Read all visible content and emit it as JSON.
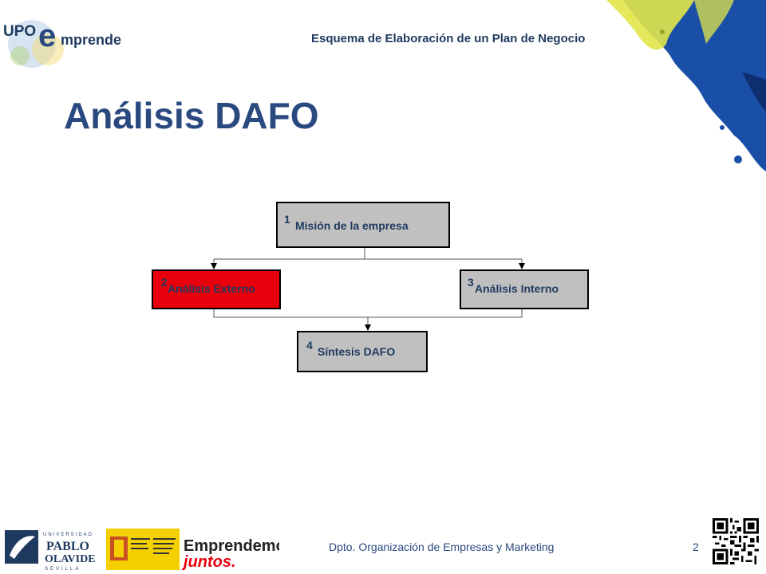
{
  "header": {
    "logo_text_1": "UPO",
    "logo_text_2": "mprende",
    "logo_letter": "e",
    "title": "Esquema de Elaboración de un Plan de Negocio"
  },
  "slide": {
    "title": "Análisis DAFO"
  },
  "diagram": {
    "boxes": [
      {
        "number": "1",
        "label": "Misión de la empresa",
        "color": "#c0c0c0"
      },
      {
        "number": "2",
        "label": "Análisis Externo",
        "color": "#e8000c"
      },
      {
        "number": "3",
        "label": "Análisis Interno",
        "color": "#c0c0c0"
      },
      {
        "number": "4",
        "label": "Síntesis DAFO",
        "color": "#c0c0c0"
      }
    ]
  },
  "footer": {
    "university_label": "UNIVERSIDAD",
    "university_name_1": "PABLO",
    "university_name_2": "OLAVIDE",
    "university_city": "SEVILLA",
    "campaign_1": "Emprendemos",
    "campaign_2": "juntos.",
    "department": "Dpto. Organización de Empresas y Marketing",
    "page_number": "2"
  }
}
